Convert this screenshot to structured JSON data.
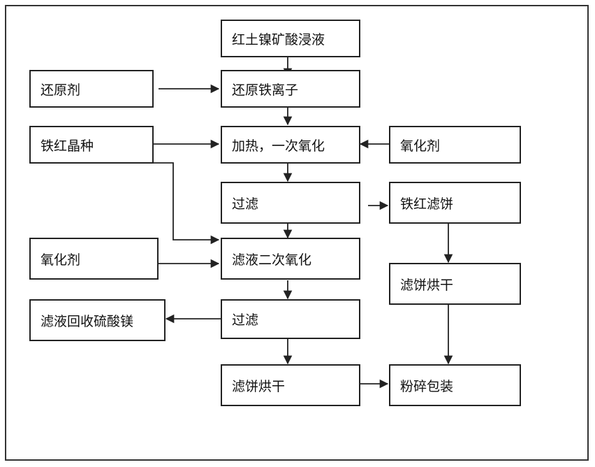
{
  "nodes": {
    "leachate": "红土镍矿酸浸液",
    "reducing_agent": "还原剂",
    "reduce_iron": "还原铁离子",
    "seed": "铁红晶种",
    "heat_oxidize": "加热，一次氧化",
    "oxidant1": "氧化剂",
    "filter1": "过滤",
    "iron_red_cake": "铁红滤饼",
    "oxidant2": "氧化剂",
    "second_oxidize": "滤液二次氧化",
    "cake_dry_right": "滤饼烘干",
    "recover_mgso4": "滤液回收硫酸镁",
    "filter2": "过滤",
    "cake_dry": "滤饼烘干",
    "pack": "粉碎包装"
  },
  "colors": {
    "line": "#222222",
    "box_border": "#222222"
  }
}
